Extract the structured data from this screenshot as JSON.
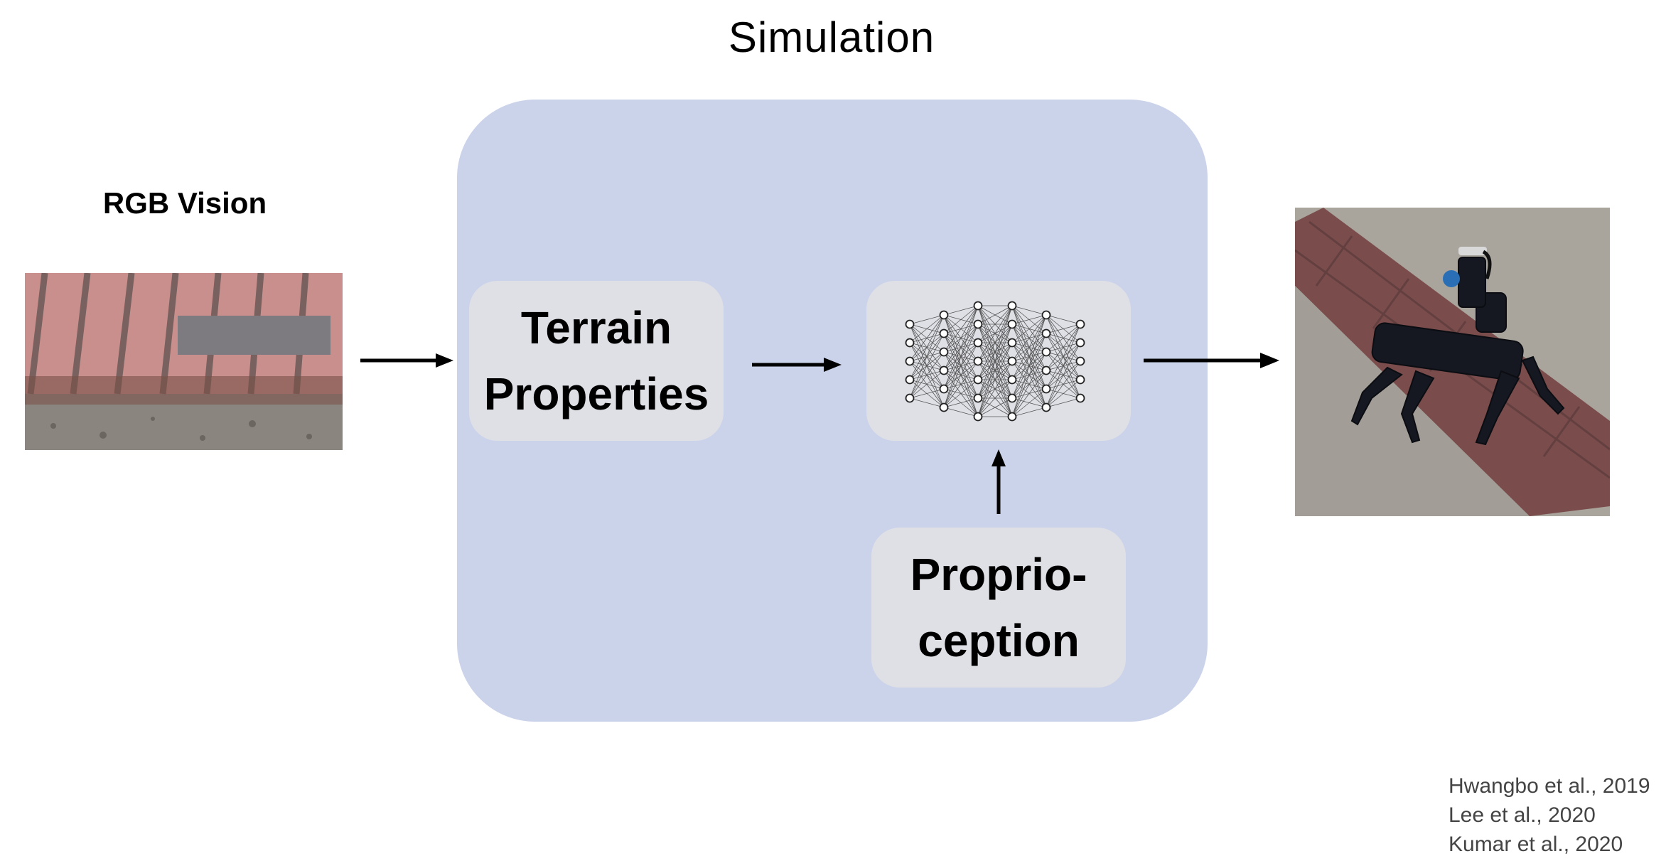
{
  "title": "Simulation",
  "input": {
    "label": "RGB Vision"
  },
  "nodes": {
    "terrain": {
      "line1": "Terrain",
      "line2": "Properties"
    },
    "proprioception": {
      "line1": "Proprio-",
      "line2": "ception"
    }
  },
  "citations": [
    "Hwangbo et al., 2019",
    "Lee et al., 2020",
    "Kumar et al., 2020"
  ],
  "colors": {
    "simulation_box": "#cbd3ea",
    "node_fill": "#dfe0e6",
    "brick": "#c98a8a",
    "pavement": "#9a958f"
  }
}
